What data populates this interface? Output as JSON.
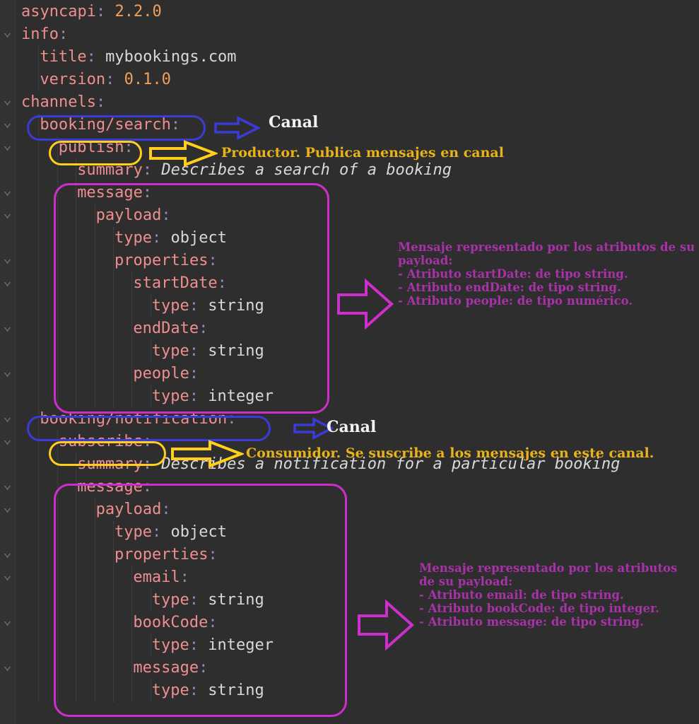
{
  "editor": {
    "theme_background": "#2e2e2e",
    "gutter_background": "#323232",
    "language": "yaml",
    "colors": {
      "key": "#ef8e8e",
      "colon": "#9a87c4",
      "string_value": "#d8d8d8",
      "number_value": "#f0a05a",
      "annotation_blue": "#3b3bd8",
      "annotation_gold": "#ffcf1b",
      "annotation_magenta": "#cc2fcc",
      "annotation_magenta_text": "#a832a8",
      "annotation_gold_text": "#e8b21a"
    },
    "lines": [
      {
        "indent": 0,
        "key": "asyncapi",
        "value": "2.2.0",
        "value_kind": "number"
      },
      {
        "indent": 0,
        "key": "info",
        "value": "",
        "value_kind": "none"
      },
      {
        "indent": 1,
        "key": "title",
        "value": "mybookings.com",
        "value_kind": "string"
      },
      {
        "indent": 1,
        "key": "version",
        "value": "0.1.0",
        "value_kind": "number"
      },
      {
        "indent": 0,
        "key": "channels",
        "value": "",
        "value_kind": "none"
      },
      {
        "indent": 1,
        "key": "booking/search",
        "value": "",
        "value_kind": "none"
      },
      {
        "indent": 2,
        "key": "publish",
        "value": "",
        "value_kind": "none"
      },
      {
        "indent": 3,
        "key": "summary",
        "value": "Describes a search of a booking",
        "value_kind": "summary"
      },
      {
        "indent": 3,
        "key": "message",
        "value": "",
        "value_kind": "none"
      },
      {
        "indent": 4,
        "key": "payload",
        "value": "",
        "value_kind": "none"
      },
      {
        "indent": 5,
        "key": "type",
        "value": "object",
        "value_kind": "string"
      },
      {
        "indent": 5,
        "key": "properties",
        "value": "",
        "value_kind": "none"
      },
      {
        "indent": 6,
        "key": "startDate",
        "value": "",
        "value_kind": "none"
      },
      {
        "indent": 7,
        "key": "type",
        "value": "string",
        "value_kind": "string"
      },
      {
        "indent": 6,
        "key": "endDate",
        "value": "",
        "value_kind": "none"
      },
      {
        "indent": 7,
        "key": "type",
        "value": "string",
        "value_kind": "string"
      },
      {
        "indent": 6,
        "key": "people",
        "value": "",
        "value_kind": "none"
      },
      {
        "indent": 7,
        "key": "type",
        "value": "integer",
        "value_kind": "string"
      },
      {
        "indent": 1,
        "key": "booking/notification",
        "value": "",
        "value_kind": "none"
      },
      {
        "indent": 2,
        "key": "subscribe",
        "value": "",
        "value_kind": "none"
      },
      {
        "indent": 3,
        "key": "summary",
        "value": "Describes a notification for a particular booking",
        "value_kind": "summary"
      },
      {
        "indent": 3,
        "key": "message",
        "value": "",
        "value_kind": "none"
      },
      {
        "indent": 4,
        "key": "payload",
        "value": "",
        "value_kind": "none"
      },
      {
        "indent": 5,
        "key": "type",
        "value": "object",
        "value_kind": "string"
      },
      {
        "indent": 5,
        "key": "properties",
        "value": "",
        "value_kind": "none"
      },
      {
        "indent": 6,
        "key": "email",
        "value": "",
        "value_kind": "none"
      },
      {
        "indent": 7,
        "key": "type",
        "value": "string",
        "value_kind": "string"
      },
      {
        "indent": 6,
        "key": "bookCode",
        "value": "",
        "value_kind": "none"
      },
      {
        "indent": 7,
        "key": "type",
        "value": "integer",
        "value_kind": "string"
      },
      {
        "indent": 6,
        "key": "message",
        "value": "",
        "value_kind": "none"
      },
      {
        "indent": 7,
        "key": "type",
        "value": "string",
        "value_kind": "string"
      }
    ]
  },
  "annotations": {
    "channel_search_label": "Canal",
    "publish_label": "Productor. Publica mensajes en canal",
    "channel_notification_label": "Canal",
    "subscribe_label": "Consumidor. Se suscribe a los mensajes en este canal.",
    "payload_search": [
      "Mensaje representado por los atributos de su",
      "payload:",
      "- Atributo startDate: de tipo string.",
      "- Atributo endDate: de tipo string.",
      "- Atributo people: de tipo numérico."
    ],
    "payload_notification": [
      "Mensaje representado por los atributos",
      "de su payload:",
      "- Atributo email: de tipo string.",
      "- Atributo bookCode: de tipo integer.",
      "- Atributo message: de tipo string."
    ]
  }
}
